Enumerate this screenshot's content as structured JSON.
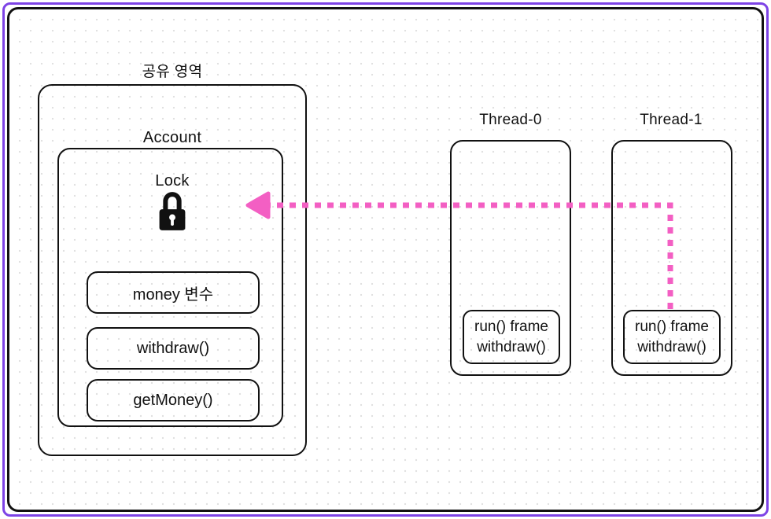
{
  "canvas": {
    "frame_color": "#7d43e6",
    "stroke_color": "#111111",
    "dot_grid_color": "#e1e1e1",
    "background_color": "#ffffff"
  },
  "shared_area": {
    "label": "공유 영역",
    "account": {
      "label": "Account",
      "lock": {
        "label": "Lock",
        "icon": "padlock-icon"
      },
      "members": [
        {
          "label": "money 변수"
        },
        {
          "label": "withdraw()"
        },
        {
          "label": "getMoney()"
        }
      ]
    }
  },
  "threads": [
    {
      "label": "Thread-0",
      "frame_line1": "run() frame",
      "frame_line2": "withdraw()"
    },
    {
      "label": "Thread-1",
      "frame_line1": "run() frame",
      "frame_line2": "withdraw()"
    }
  ],
  "arrow": {
    "from": "Thread-1 run() frame",
    "to": "Lock",
    "color": "#f35fc3",
    "style": "dashed"
  }
}
